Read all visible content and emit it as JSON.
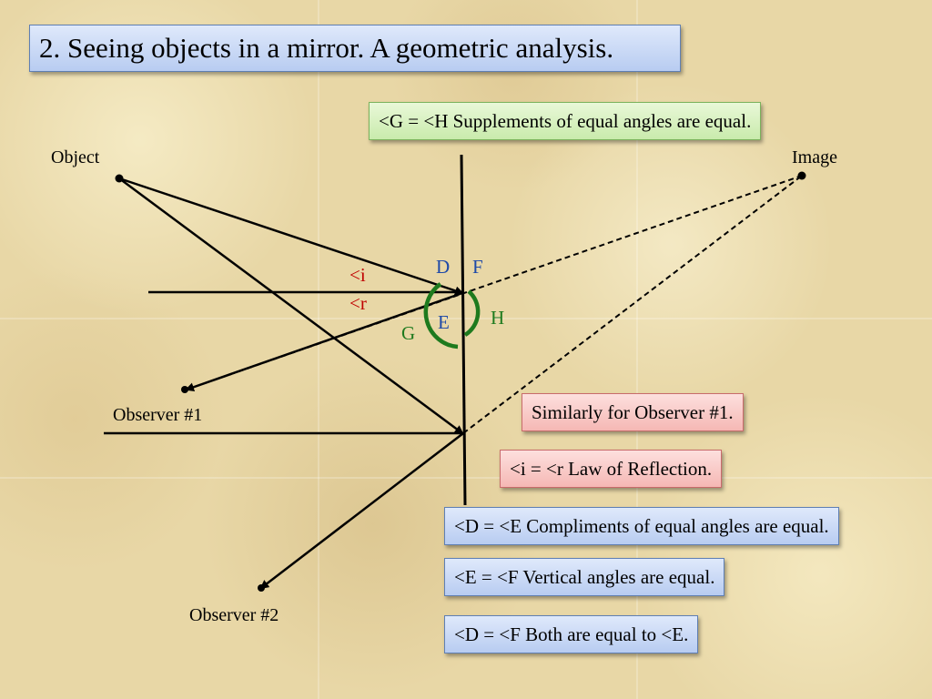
{
  "slide": {
    "title": "2. Seeing objects in a mirror. A geometric analysis."
  },
  "labels": {
    "object": "Object",
    "image": "Image",
    "observer1": "Observer #1",
    "observer2": "Observer #2"
  },
  "angles": {
    "i": "<i",
    "r": "<r",
    "D": "D",
    "E": "E",
    "F": "F",
    "G": "G",
    "H": "H"
  },
  "notes": {
    "g_equals_h": "<G = <H Supplements of equal angles are equal.",
    "similarly": "Similarly for Observer #1.",
    "law": "<i = <r Law of Reflection.",
    "d_equals_e": "<D = <E Compliments of equal angles are equal.",
    "e_equals_f": "<E = <F Vertical angles are equal.",
    "d_equals_f": "<D = <F Both are equal to <E."
  },
  "colors": {
    "red": "#c00000",
    "blue": "#1f4aa8",
    "green": "#1e7a1e"
  }
}
